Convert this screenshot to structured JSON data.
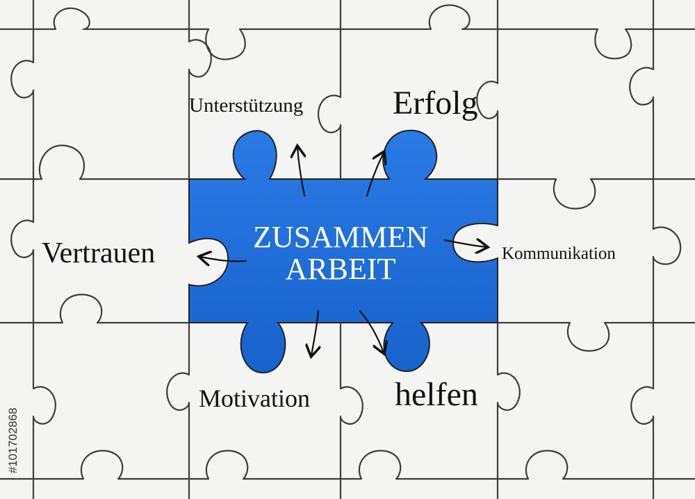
{
  "colors": {
    "background": "#f4f4f2",
    "puzzle_lines": "#3a3a3a",
    "blue_piece": "#1f6fd8",
    "text": "#111111",
    "center_text": "#ffffff"
  },
  "center": {
    "line1": "ZUSAMMEN",
    "line2": "ARBEIT"
  },
  "words": {
    "top_left": "Unterstützung",
    "top_right": "Erfolg",
    "left": "Vertrauen",
    "right": "Kommunikation",
    "bottom_left": "Motivation",
    "bottom_right": "helfen"
  },
  "stock_id": "#101702868"
}
